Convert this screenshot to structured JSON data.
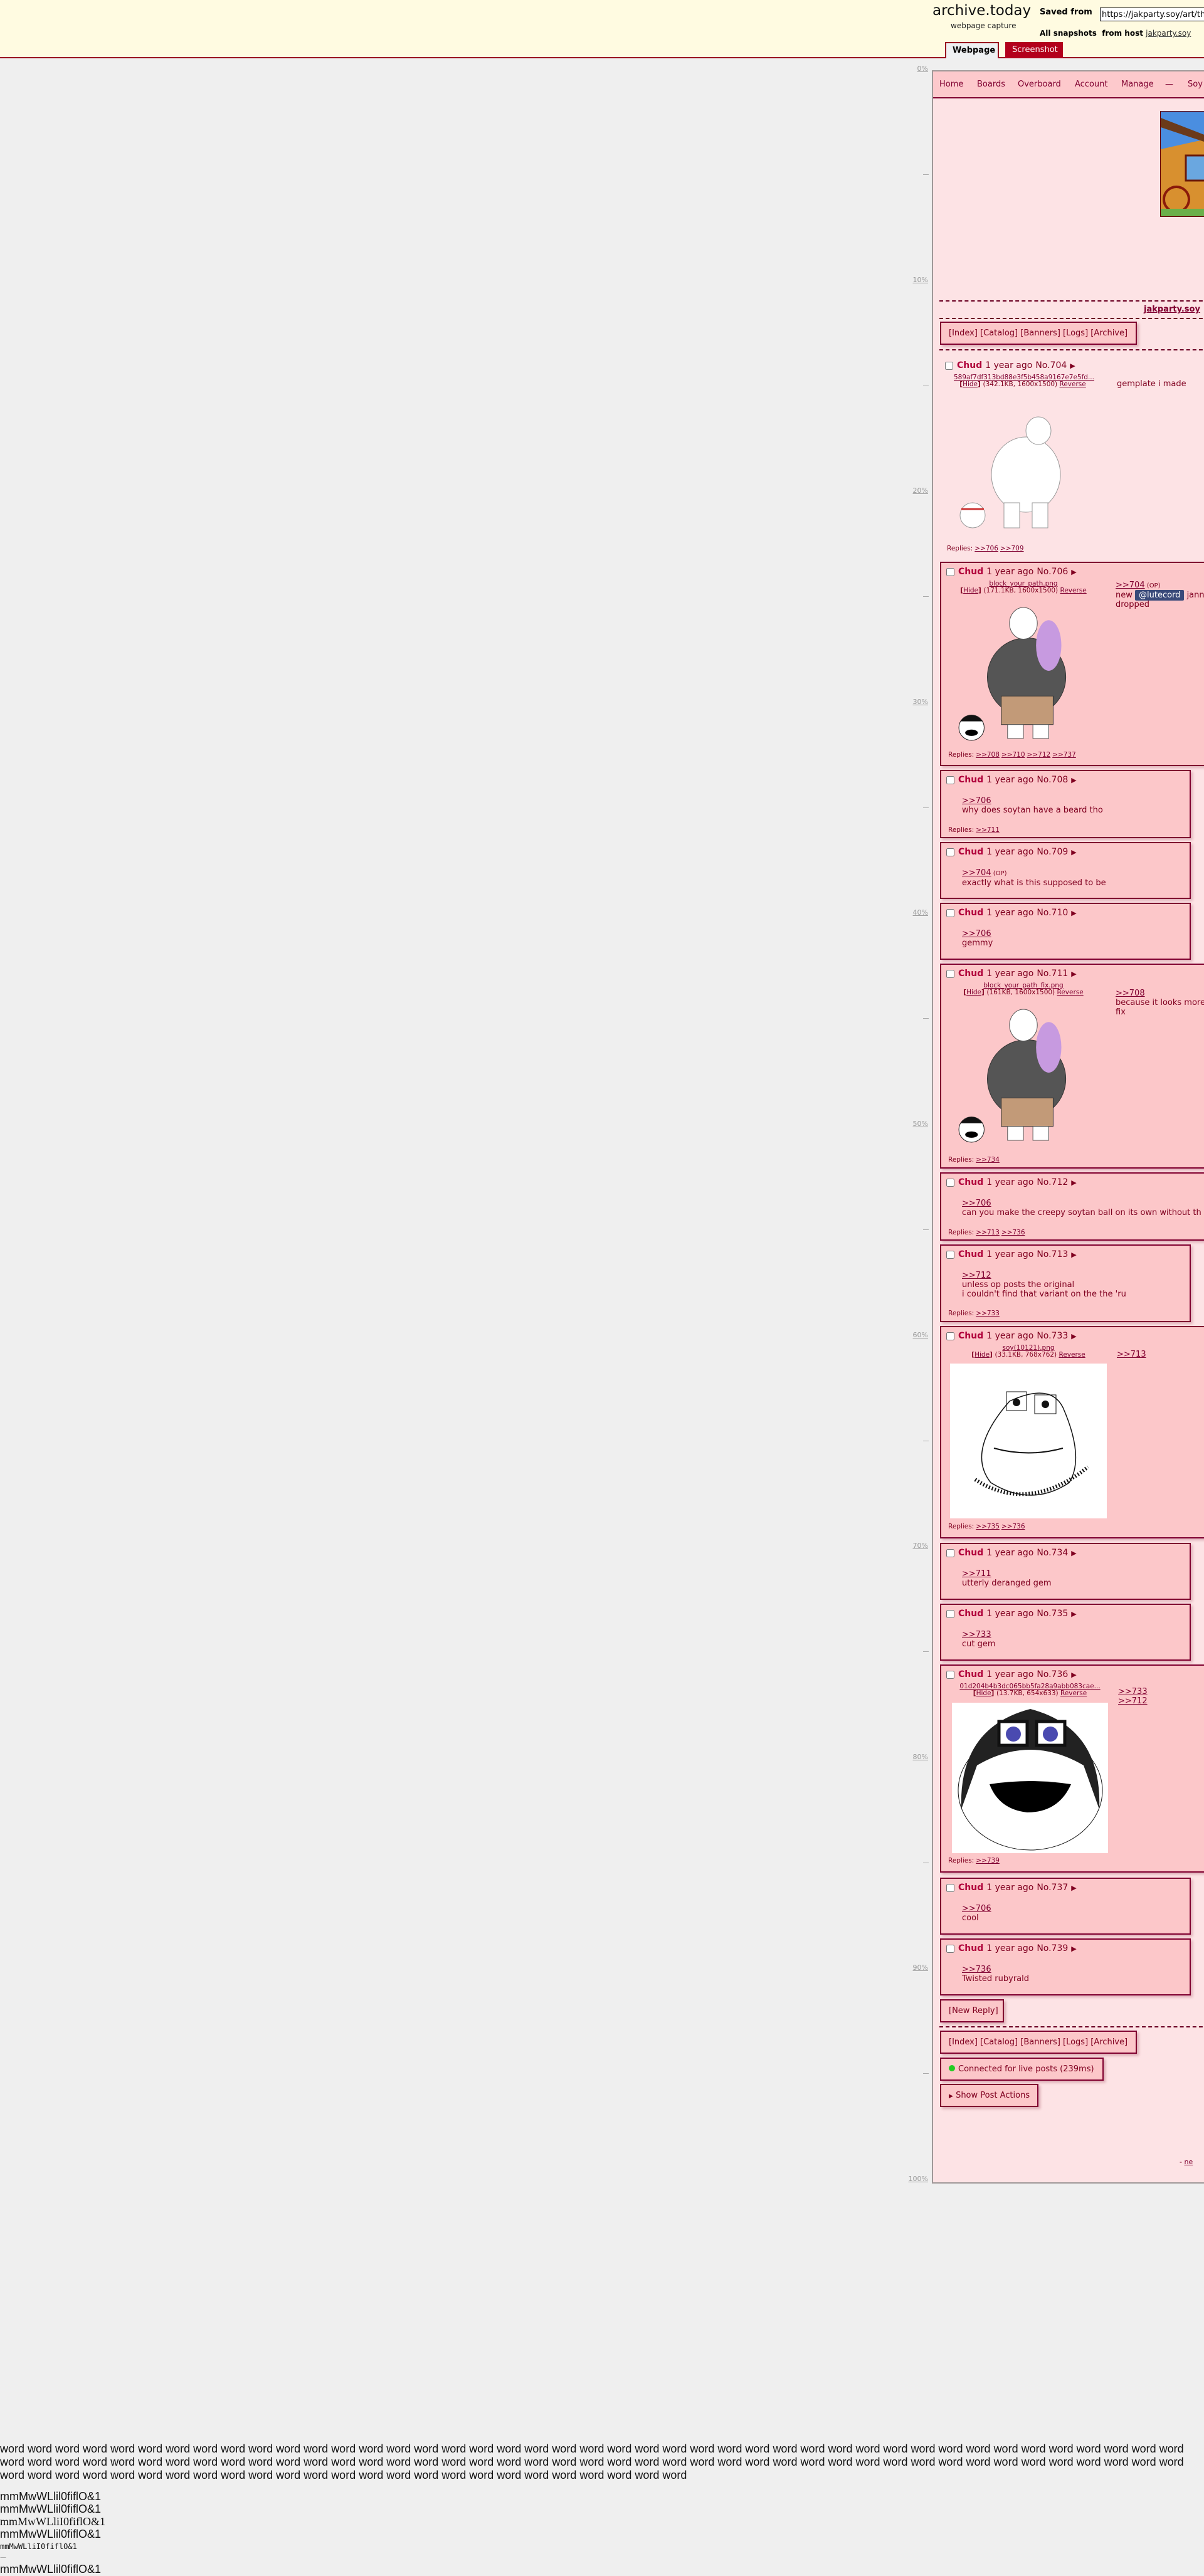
{
  "header": {
    "title": "archive.today",
    "subtitle": "webpage capture",
    "saved_from_label": "Saved from",
    "url_value": "https://jakparty.soy/art/th",
    "all_snapshots_label": "All snapshots",
    "from_host_label": "from host",
    "host_link": "jakparty.soy",
    "tabs": [
      "Webpage",
      "Screenshot"
    ],
    "accent": "#b3001c"
  },
  "ruler": [
    "0%",
    "10%",
    "20%",
    "30%",
    "40%",
    "50%",
    "60%",
    "70%",
    "80%",
    "90%",
    "100%"
  ],
  "nav": [
    "Home",
    "Boards",
    "Overboard",
    "Account",
    "Manage",
    "—",
    "Soy"
  ],
  "site_link": "jakparty.soy",
  "boardlist": "[Index] [Catalog] [Banners] [Logs] [Archive]",
  "posts": [
    {
      "no": "704",
      "name": "Chud",
      "time": "1 year ago",
      "label": "No.704",
      "file": {
        "name": "589af7df313bd88e3f5b458a9167e7e5fd...",
        "hide": "Hide",
        "meta": "(342.1KB, 1600x1500)",
        "reverse": "Reverse"
      },
      "body": [
        [
          {
            "k": "t",
            "t": "gemplate i made"
          }
        ]
      ],
      "replies_label": "Replies:",
      "replies": [
        ">>706",
        ">>709"
      ]
    },
    {
      "no": "706",
      "name": "Chud",
      "time": "1 year ago",
      "label": "No.706",
      "file": {
        "name": "block_your_path.png",
        "hide": "Hide",
        "meta": "(171.1KB, 1600x1500)",
        "reverse": "Reverse"
      },
      "body": [
        [
          {
            "k": "q",
            "t": ">>704"
          },
          {
            "k": "op",
            "t": " (OP)"
          }
        ],
        [
          {
            "k": "t",
            "t": "new "
          },
          {
            "k": "mn",
            "t": "@lutecord"
          },
          {
            "k": "t",
            "t": " jann"
          }
        ],
        [
          {
            "k": "t",
            "t": "dropped"
          }
        ]
      ],
      "replies_label": "Replies:",
      "replies": [
        ">>708",
        ">>710",
        ">>712",
        ">>737"
      ]
    },
    {
      "no": "708",
      "name": "Chud",
      "time": "1 year ago",
      "label": "No.708",
      "body": [
        [
          {
            "k": "q",
            "t": ">>706"
          }
        ],
        [
          {
            "k": "t",
            "t": "why does soytan have a beard tho"
          }
        ]
      ],
      "replies_label": "Replies:",
      "replies": [
        ">>711"
      ]
    },
    {
      "no": "709",
      "name": "Chud",
      "time": "1 year ago",
      "label": "No.709",
      "body": [
        [
          {
            "k": "q",
            "t": ">>704"
          },
          {
            "k": "op",
            "t": " (OP)"
          }
        ],
        [
          {
            "k": "t",
            "t": "exactly what is this supposed to be"
          }
        ]
      ]
    },
    {
      "no": "710",
      "name": "Chud",
      "time": "1 year ago",
      "label": "No.710",
      "body": [
        [
          {
            "k": "q",
            "t": ">>706"
          }
        ],
        [
          {
            "k": "t",
            "t": "gemmy"
          }
        ]
      ]
    },
    {
      "no": "711",
      "name": "Chud",
      "time": "1 year ago",
      "label": "No.711",
      "file": {
        "name": "block_your_path_fix.png",
        "hide": "Hide",
        "meta": "(161KB, 1600x1500)",
        "reverse": "Reverse"
      },
      "body": [
        [
          {
            "k": "q",
            "t": ">>708"
          }
        ],
        [
          {
            "k": "t",
            "t": "because it looks more"
          }
        ],
        [
          {
            "k": "t",
            "t": "fix"
          }
        ]
      ],
      "replies_label": "Replies:",
      "replies": [
        ">>734"
      ]
    },
    {
      "no": "712",
      "name": "Chud",
      "time": "1 year ago",
      "label": "No.712",
      "body": [
        [
          {
            "k": "q",
            "t": ">>706"
          }
        ],
        [
          {
            "k": "t",
            "t": "can you make the creepy soytan ball on its own without th"
          }
        ]
      ],
      "replies_label": "Replies:",
      "replies": [
        ">>713",
        ">>736"
      ]
    },
    {
      "no": "713",
      "name": "Chud",
      "time": "1 year ago",
      "label": "No.713",
      "body": [
        [
          {
            "k": "q",
            "t": ">>712"
          }
        ],
        [
          {
            "k": "t",
            "t": "unless op posts the original"
          }
        ],
        [
          {
            "k": "t",
            "t": "i couldn't find that variant on the the 'ru"
          }
        ]
      ],
      "replies_label": "Replies:",
      "replies": [
        ">>733"
      ]
    },
    {
      "no": "733",
      "name": "Chud",
      "time": "1 year ago",
      "label": "No.733",
      "file": {
        "name": "soy(10121).png",
        "hide": "Hide",
        "meta": "(33.1KB, 768x762)",
        "reverse": "Reverse"
      },
      "body": [
        [
          {
            "k": "q",
            "t": ">>713"
          }
        ]
      ],
      "replies_label": "Replies:",
      "replies": [
        ">>735",
        ">>736"
      ]
    },
    {
      "no": "734",
      "name": "Chud",
      "time": "1 year ago",
      "label": "No.734",
      "body": [
        [
          {
            "k": "q",
            "t": ">>711"
          }
        ],
        [
          {
            "k": "t",
            "t": "utterly deranged gem"
          }
        ]
      ]
    },
    {
      "no": "735",
      "name": "Chud",
      "time": "1 year ago",
      "label": "No.735",
      "body": [
        [
          {
            "k": "q",
            "t": ">>733"
          }
        ],
        [
          {
            "k": "t",
            "t": "cut gem"
          }
        ]
      ]
    },
    {
      "no": "736",
      "name": "Chud",
      "time": "1 year ago",
      "label": "No.736",
      "file": {
        "name": "01d204b4b3dc065bb5fa28a9abb083cae...",
        "hide": "Hide",
        "meta": "(13.7KB, 654x633)",
        "reverse": "Reverse"
      },
      "body": [
        [
          {
            "k": "q",
            "t": ">>733"
          }
        ],
        [
          {
            "k": "q",
            "t": ">>712"
          }
        ]
      ],
      "replies_label": "Replies:",
      "replies": [
        ">>739"
      ]
    },
    {
      "no": "737",
      "name": "Chud",
      "time": "1 year ago",
      "label": "No.737",
      "body": [
        [
          {
            "k": "q",
            "t": ">>706"
          }
        ],
        [
          {
            "k": "t",
            "t": "cool"
          }
        ]
      ]
    },
    {
      "no": "739",
      "name": "Chud",
      "time": "1 year ago",
      "label": "No.739",
      "body": [
        [
          {
            "k": "q",
            "t": ">>736"
          }
        ],
        [
          {
            "k": "t",
            "t": "Twisted rubyrald"
          }
        ]
      ]
    }
  ],
  "new_reply": "[New Reply]",
  "live_status": {
    "text": "Connected for live posts (239ms)",
    "color": "#22cc22"
  },
  "post_actions": "Show Post Actions",
  "footer_prefix": "- ",
  "footer_link": "ne",
  "filler_words": "word word word word word word word word word word word word word word word word word word word word word word word word word word word word word word word word word word word word word word word word word word word word word word word word word word word word word word word word word word word word word word word word word word word word word word word word word word word word word word word word word word word word word word word word word word word word word word word word word word word word word word word word word word word word word word word",
  "glyph_tests": [
    "mmMwWLlil0fiflO&1",
    "mmMwWLlil0fiflO&1",
    "mmMwWLliI0fiflO&1",
    "mmMwWLlil0fiflO&1",
    "mmMwWLliI0fiflO&1",
    "—",
    "mmMwWLlil0fiflO&1"
  ]
}
